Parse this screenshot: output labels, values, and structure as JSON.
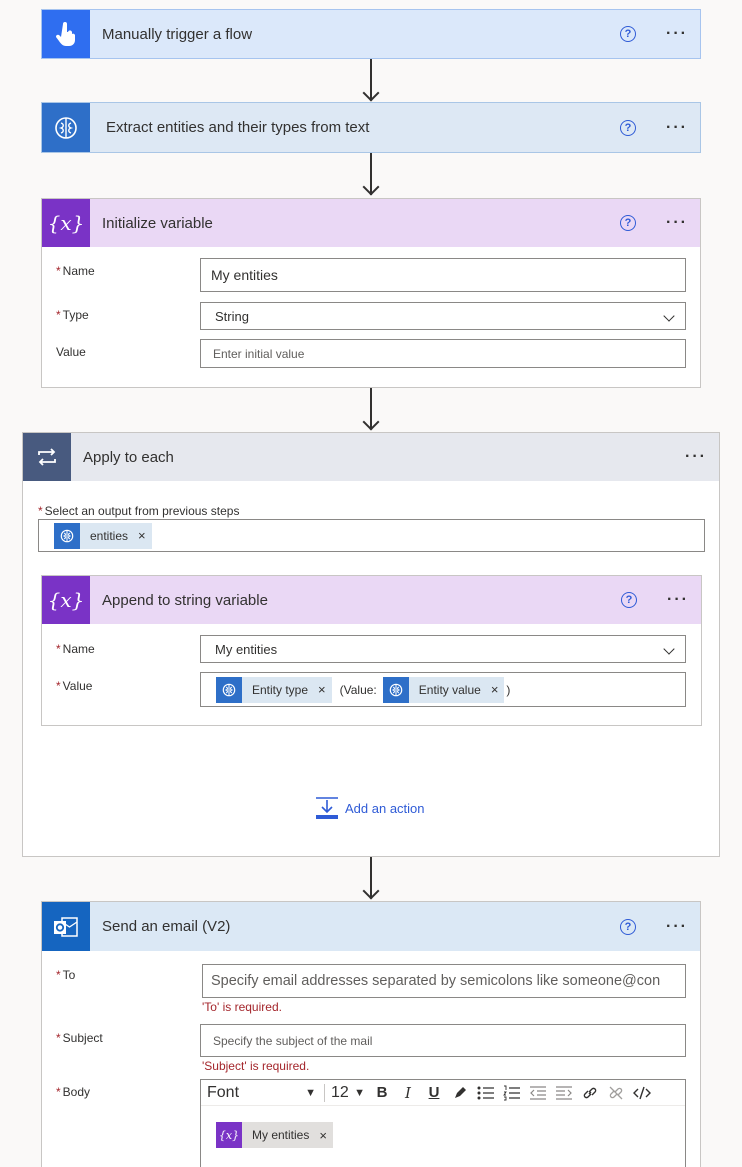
{
  "steps": {
    "trigger": {
      "title": "Manually trigger a flow",
      "help": "?",
      "more": "···",
      "color": "#2f6ef0"
    },
    "extract": {
      "title": "Extract entities and their types from text",
      "help": "?",
      "more": "···",
      "color": "#2e6fc8"
    },
    "init_var": {
      "title": "Initialize variable",
      "help": "?",
      "more": "···",
      "color": "#7a33c6",
      "name_label": "Name",
      "name_value": "My entities",
      "type_label": "Type",
      "type_value": "String",
      "value_label": "Value",
      "value_placeholder": "Enter initial value"
    },
    "apply_each": {
      "title": "Apply to each",
      "more": "···",
      "output_label": "Select an output from previous steps",
      "output_token": "entities",
      "append": {
        "title": "Append to string variable",
        "help": "?",
        "more": "···",
        "name_label": "Name",
        "name_value": "My entities",
        "value_label": "Value",
        "token1": "Entity type",
        "text1": "(Value:",
        "token2": "Entity value",
        "text2": ")"
      },
      "add_action": "Add an action"
    },
    "send_email": {
      "title": "Send an email (V2)",
      "help": "?",
      "more": "···",
      "color": "#1565c0",
      "to_label": "To",
      "to_placeholder": "Specify email addresses separated by semicolons like someone@con",
      "to_error": "'To' is required.",
      "subject_label": "Subject",
      "subject_placeholder": "Specify the subject of the mail",
      "subject_error": "'Subject' is required.",
      "body_label": "Body",
      "font_select": "Font",
      "size_select": "12",
      "body_token": "My entities"
    }
  },
  "required_mark": "*",
  "remove_mark": "×",
  "var_symbol": "{x}"
}
